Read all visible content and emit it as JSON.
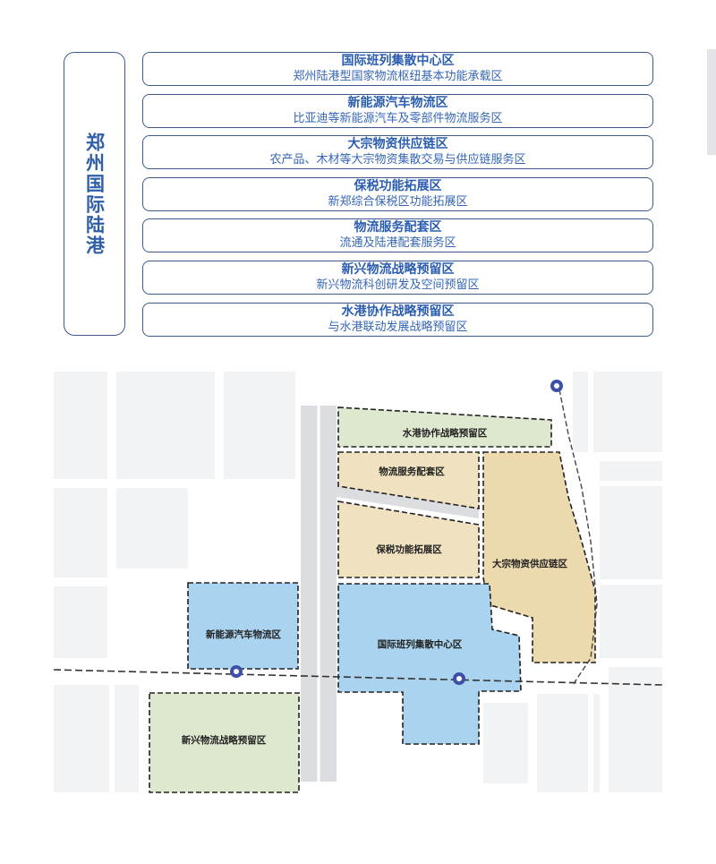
{
  "left_title": "郑州国际陆港",
  "zones": [
    {
      "name": "国际班列集散中心区",
      "desc": "郑州陆港型国家物流枢纽基本功能承载区"
    },
    {
      "name": "新能源汽车物流区",
      "desc": "比亚迪等新能源汽车及零部件物流服务区"
    },
    {
      "name": "大宗物资供应链区",
      "desc": "农产品、木材等大宗物资集散交易与供应链服务区"
    },
    {
      "name": "保税功能拓展区",
      "desc": "新郑综合保税区功能拓展区"
    },
    {
      "name": "物流服务配套区",
      "desc": "流通及陆港配套服务区"
    },
    {
      "name": "新兴物流战略预留区",
      "desc": "新兴物流科创研发及空间预留区"
    },
    {
      "name": "水港协作战略预留区",
      "desc": "与水港联动发展战略预留区"
    }
  ],
  "colors": {
    "blue_zone": "#a9d3ee",
    "tan_zone": "#f0e2c0",
    "green_zone": "#dde8cf",
    "border": "#3d5a8c",
    "text_blue": "#2a5db0"
  }
}
